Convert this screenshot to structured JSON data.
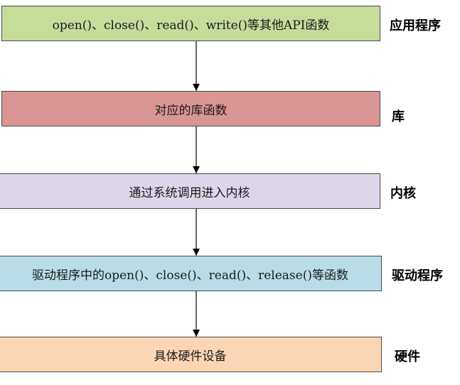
{
  "layers": [
    {
      "box_text": "open()、close()、read()、write()等其他API函数",
      "label": "应用程序",
      "fill": "#c6dc9a"
    },
    {
      "box_text": "对应的库函数",
      "label": "库",
      "fill": "#d99694"
    },
    {
      "box_text": "通过系统调用进入内核",
      "label": "内核",
      "fill": "#dcd6e8"
    },
    {
      "box_text": "驱动程序中的open()、close()、read()、release()等函数",
      "label": "驱动程序",
      "fill": "#b8dde6"
    },
    {
      "box_text": "具体硬件设备",
      "label": "硬件",
      "fill": "#fcd6b4"
    }
  ],
  "edges": [
    {
      "from": 0,
      "to": 1
    },
    {
      "from": 1,
      "to": 2
    },
    {
      "from": 2,
      "to": 3
    },
    {
      "from": 3,
      "to": 4
    }
  ]
}
